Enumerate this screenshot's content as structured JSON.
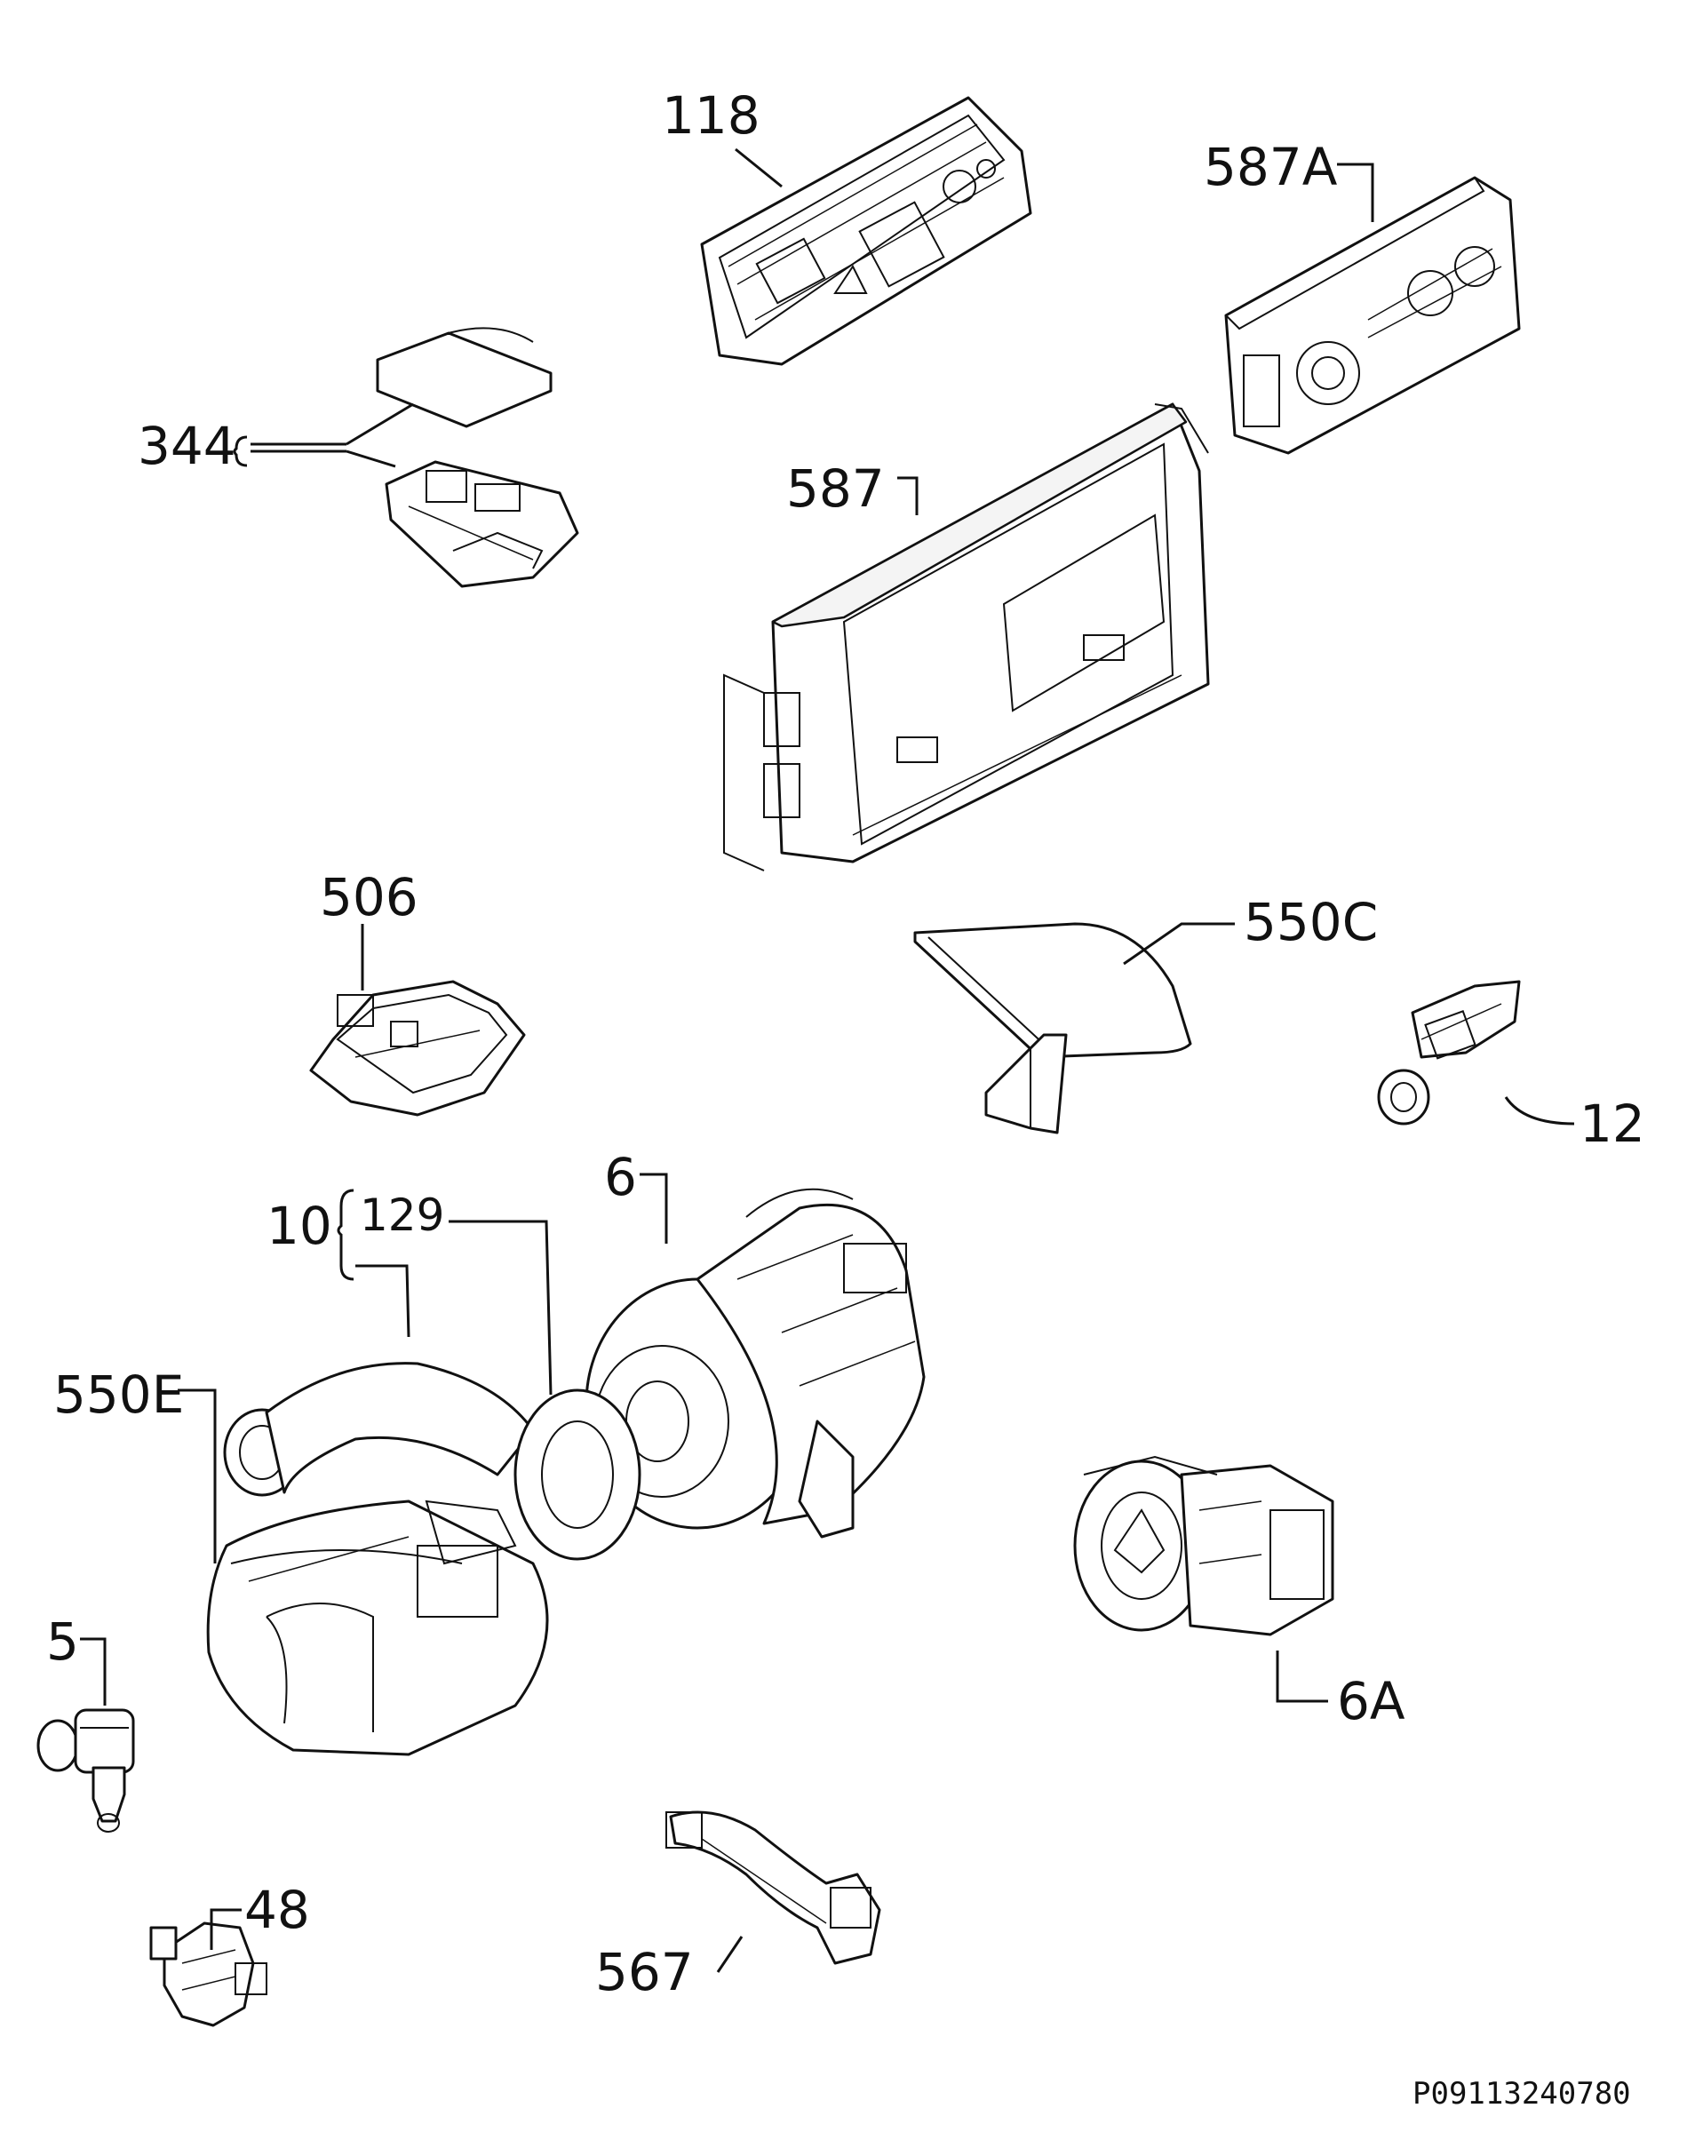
{
  "labels": {
    "p118": "118",
    "p587a": "587A",
    "p344": "344",
    "p587": "587",
    "p506": "506",
    "p550c": "550C",
    "p12": "12",
    "p6": "6",
    "p10": "10",
    "p129": "129",
    "p550e": "550E",
    "p5": "5",
    "p6a": "6A",
    "p48": "48",
    "p567": "567"
  },
  "drawing_code": "P09113240780"
}
